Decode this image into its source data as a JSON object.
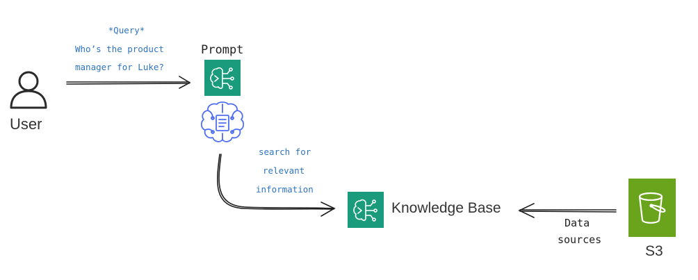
{
  "query": {
    "title": "*Query*",
    "line1": "Who’s the product",
    "line2": "manager for Luke?"
  },
  "prompt": {
    "label": "Prompt"
  },
  "user": {
    "label": "User"
  },
  "search": {
    "line1": "search for",
    "line2": "relevant",
    "line3": "information"
  },
  "knowledge_base": {
    "label": "Knowledge Base"
  },
  "data_sources": {
    "line1": "Data",
    "line2": "sources"
  },
  "s3": {
    "label": "S3"
  },
  "colors": {
    "bedrock_green": "#1a9c7c",
    "s3_green": "#6aa31c",
    "brain_blue": "#4f6ef0",
    "annotation_blue": "#2f74c0"
  },
  "icons": [
    "user-icon",
    "bedrock-prompt-icon",
    "brain-icon",
    "bedrock-kb-icon",
    "s3-bucket-icon"
  ]
}
